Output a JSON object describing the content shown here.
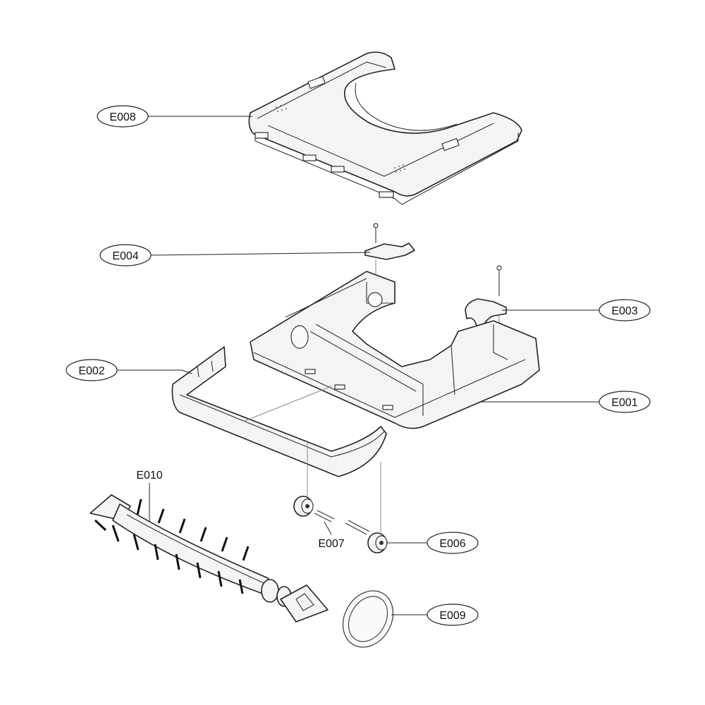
{
  "callouts": {
    "e008": "E008",
    "e004": "E004",
    "e003": "E003",
    "e002": "E002",
    "e001": "E001",
    "e010": "E010",
    "e007": "E007",
    "e006": "E006",
    "e009": "E009"
  }
}
